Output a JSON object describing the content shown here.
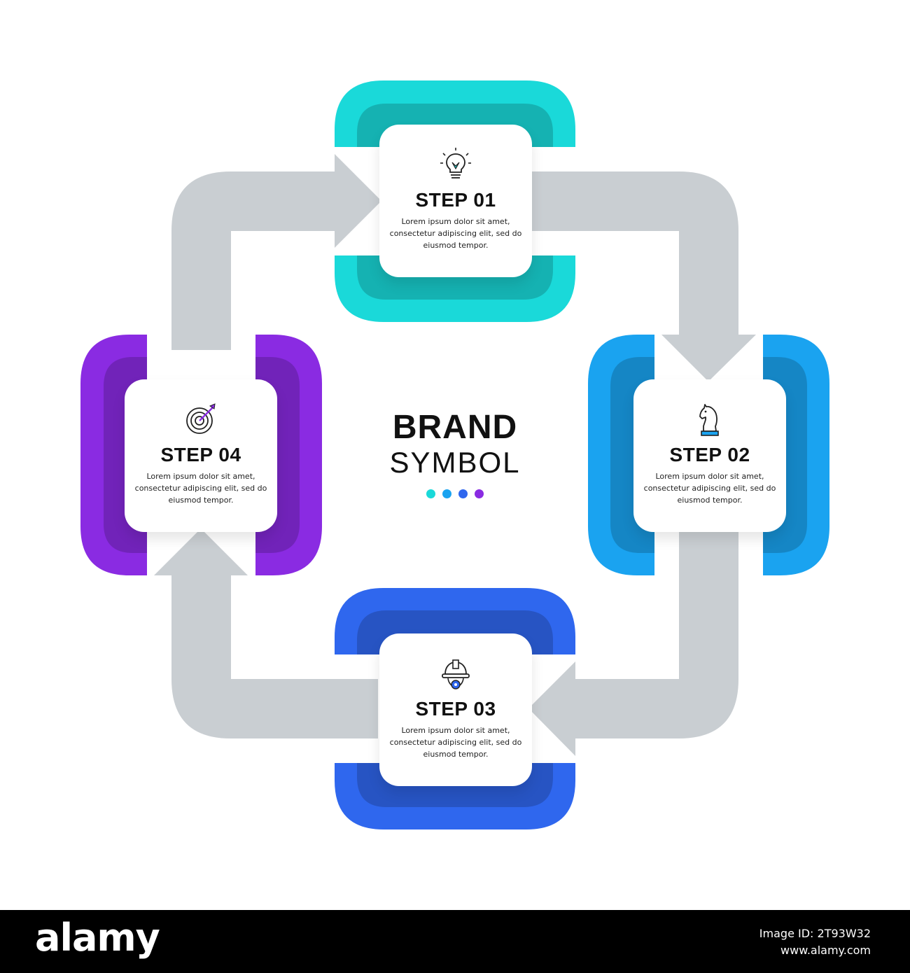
{
  "colors": {
    "step1": "#1ad9d9",
    "step2": "#1aa3f0",
    "step3": "#2f67ee",
    "step4": "#8a2be2",
    "arrow": "#c9ced2"
  },
  "center": {
    "line1": "BRAND",
    "line2": "SYMBOL"
  },
  "steps": [
    {
      "title": "STEP 01",
      "icon": "lightbulb-icon",
      "desc": "Lorem ipsum dolor sit amet, consectetur adipiscing elit, sed do eiusmod tempor."
    },
    {
      "title": "STEP 02",
      "icon": "chess-knight-icon",
      "desc": "Lorem ipsum dolor sit amet, consectetur adipiscing elit, sed do eiusmod tempor."
    },
    {
      "title": "STEP 03",
      "icon": "engineer-helmet-gear-icon",
      "desc": "Lorem ipsum dolor sit amet, consectetur adipiscing elit, sed do eiusmod tempor."
    },
    {
      "title": "STEP 04",
      "icon": "target-dart-icon",
      "desc": "Lorem ipsum dolor sit amet, consectetur adipiscing elit, sed do eiusmod tempor."
    }
  ],
  "footer": {
    "brand": "alamy",
    "image_id": "Image ID: 2T93W32",
    "site": "www.alamy.com"
  }
}
